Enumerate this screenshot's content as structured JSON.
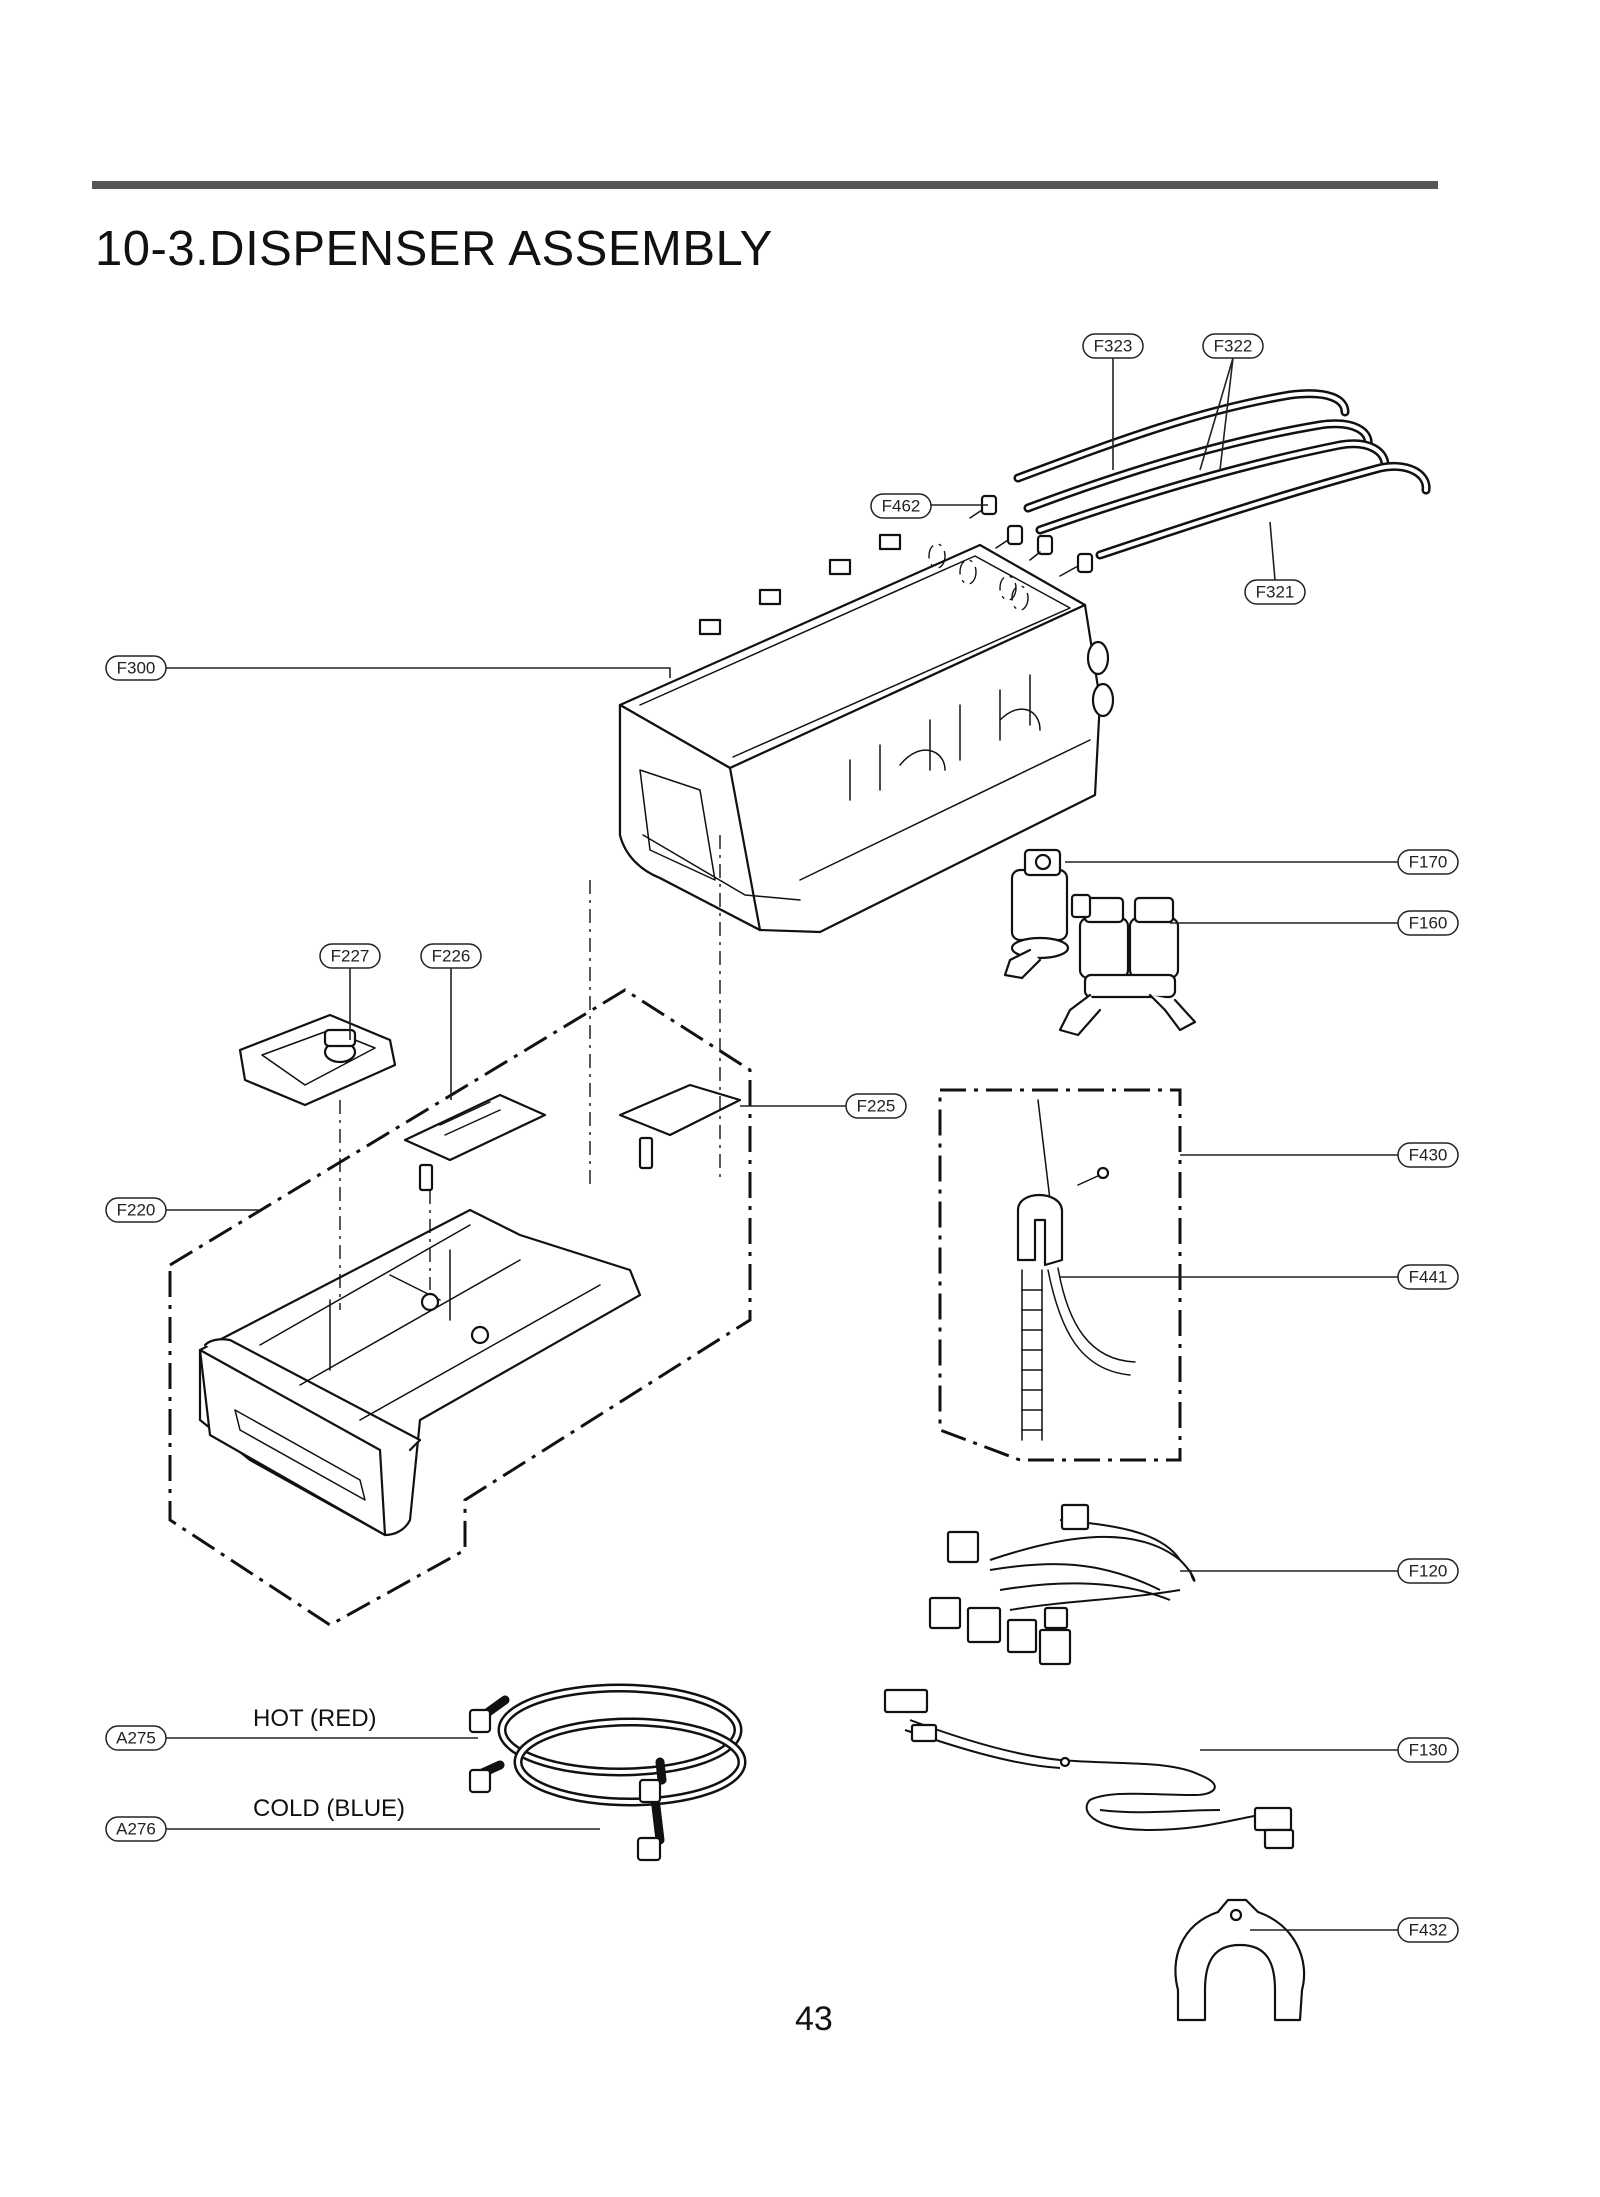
{
  "page": {
    "title": "10-3.DISPENSER ASSEMBLY",
    "page_number": "43",
    "rule_color": "#555555"
  },
  "labels": {
    "F323": "F323",
    "F322": "F322",
    "F462": "F462",
    "F321": "F321",
    "F300": "F300",
    "F170": "F170",
    "F160": "F160",
    "F227": "F227",
    "F226": "F226",
    "F225": "F225",
    "F220": "F220",
    "F430": "F430",
    "F441": "F441",
    "F120": "F120",
    "F130": "F130",
    "F432": "F432",
    "A275": "A275",
    "A276": "A276"
  },
  "captions": {
    "hot": "HOT (RED)",
    "cold": "COLD (BLUE)"
  }
}
